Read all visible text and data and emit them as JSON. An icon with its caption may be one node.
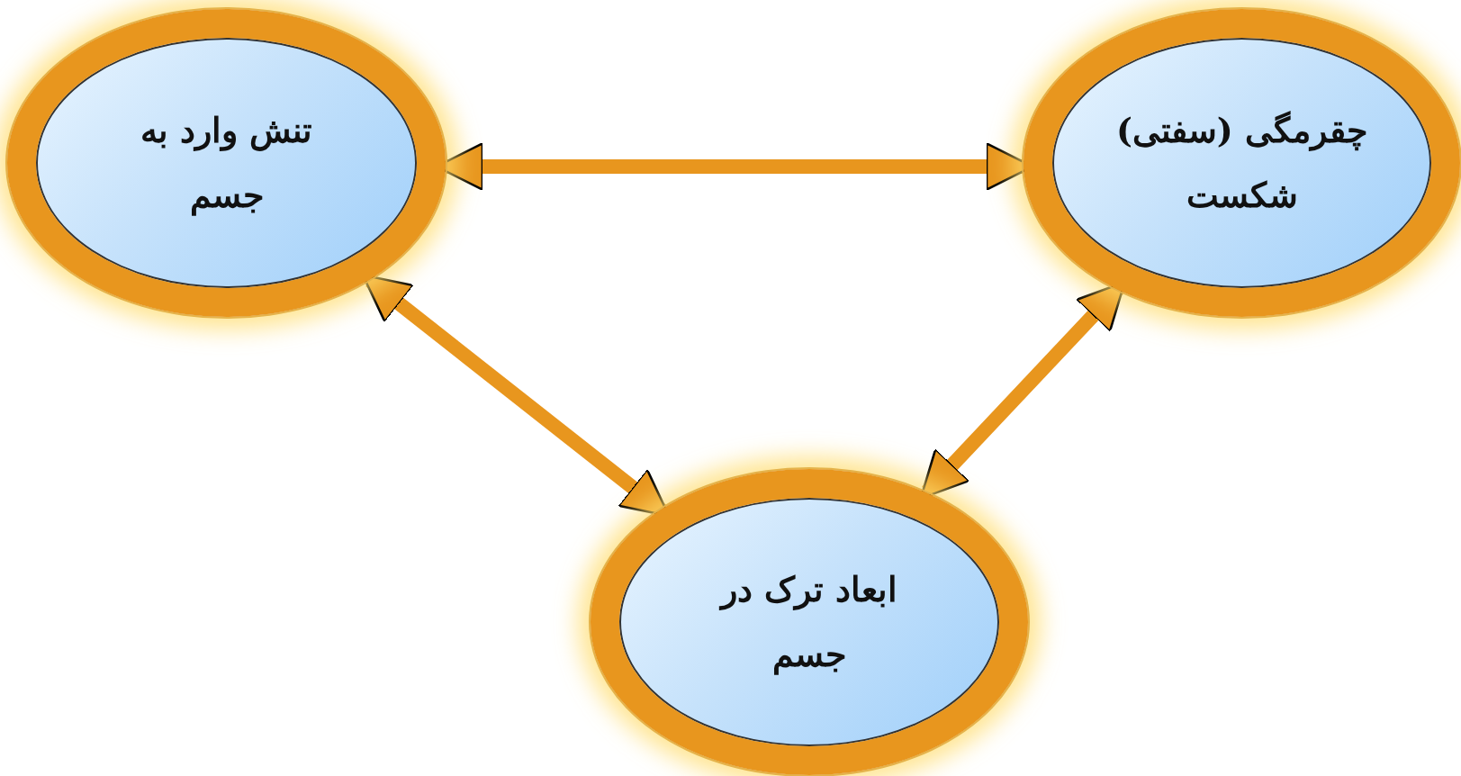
{
  "diagram": {
    "nodes": [
      {
        "text": [
          "تنش وارد به جسم"
        ]
      },
      {
        "text": [
          "چقرمگی (سفتی) شکست"
        ]
      },
      {
        "text": [
          "ابعاد ترک در جسم"
        ]
      }
    ],
    "edges": [
      {
        "from": 0,
        "to": 1,
        "arrow": "both"
      },
      {
        "from": 0,
        "to": 2,
        "arrow": "both"
      },
      {
        "from": 1,
        "to": 2,
        "arrow": "both"
      }
    ]
  }
}
